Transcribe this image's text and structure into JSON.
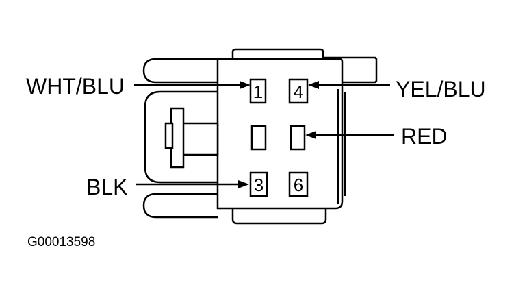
{
  "labels": {
    "wht_blu": "WHT/BLU",
    "yel_blu": "YEL/BLU",
    "red": "RED",
    "blk": "BLK"
  },
  "pins": {
    "p1": "1",
    "p4": "4",
    "p3": "3",
    "p6": "6"
  },
  "figure_id": "G00013598"
}
